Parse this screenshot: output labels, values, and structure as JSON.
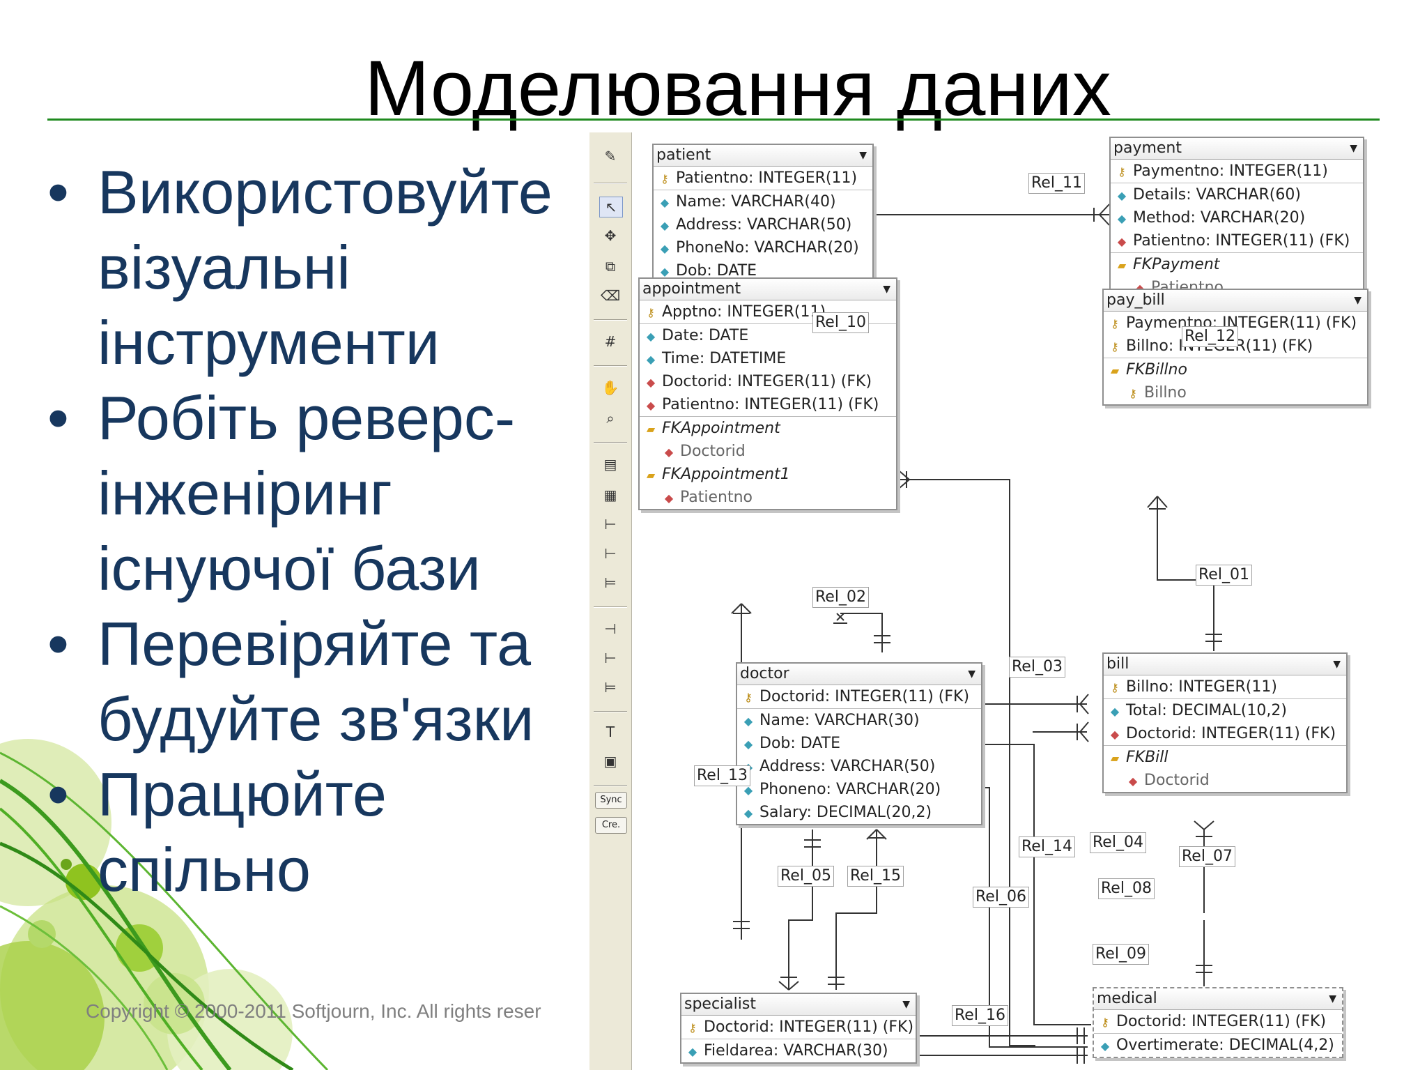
{
  "slide": {
    "title": "Моделювання даних",
    "bullets": [
      "Використовуйте візуальні інструменти",
      "Робіть реверс-інженіринг існуючої бази",
      "Перевіряйте та будуйте зв'язки",
      "Працюйте спільно"
    ],
    "copyright": "Copyright © 2000-2011 Softjourn, Inc. All rights reser"
  },
  "palette": {
    "tools": [
      "wand-tool-icon",
      "pointer-tool-icon",
      "move-tool-icon",
      "resize-tool-icon",
      "eraser-tool-icon",
      "grid-tool-icon",
      "hand-tool-icon",
      "zoom-tool-icon",
      "table-tool-icon",
      "view-tool-icon",
      "relation-1-icon",
      "relation-2-icon",
      "relation-3-icon",
      "relation-4-icon",
      "relation-5-icon",
      "relation-6-icon",
      "note-tool-icon",
      "image-tool-icon"
    ],
    "sync_label": "Sync",
    "cre_label": "Cre."
  },
  "tables": {
    "patient": {
      "name": "patient",
      "pk": [
        {
          "text": "Patientno: INTEGER(11)"
        }
      ],
      "attrs": [
        {
          "text": "Name: VARCHAR(40)"
        },
        {
          "text": "Address: VARCHAR(50)"
        },
        {
          "text": "PhoneNo: VARCHAR(20)"
        },
        {
          "text": "Dob: DATE"
        }
      ]
    },
    "payment": {
      "name": "payment",
      "pk": [
        {
          "text": "Paymentno: INTEGER(11)"
        }
      ],
      "attrs": [
        {
          "text": "Details: VARCHAR(60)"
        },
        {
          "text": "Method: VARCHAR(20)"
        },
        {
          "text": "Patientno: INTEGER(11) (FK)",
          "fk": true
        }
      ],
      "fks": [
        {
          "name": "FKPayment",
          "col": "Patientno"
        }
      ]
    },
    "appointment": {
      "name": "appointment",
      "pk": [
        {
          "text": "Apptno: INTEGER(11)"
        }
      ],
      "attrs": [
        {
          "text": "Date: DATE"
        },
        {
          "text": "Time: DATETIME"
        },
        {
          "text": "Doctorid: INTEGER(11) (FK)",
          "fk": true
        },
        {
          "text": "Patientno: INTEGER(11) (FK)",
          "fk": true
        }
      ],
      "fks": [
        {
          "name": "FKAppointment",
          "col": "Doctorid"
        },
        {
          "name": "FKAppointment1",
          "col": "Patientno"
        }
      ]
    },
    "pay_bill": {
      "name": "pay_bill",
      "pk": [
        {
          "text": "Paymentno: INTEGER(11) (FK)"
        },
        {
          "text": "Billno: INTEGER(11) (FK)"
        }
      ],
      "fks": [
        {
          "name": "FKBillno",
          "col": "Billno",
          "key": true
        }
      ]
    },
    "doctor": {
      "name": "doctor",
      "pk": [
        {
          "text": "Doctorid: INTEGER(11) (FK)"
        }
      ],
      "attrs": [
        {
          "text": "Name: VARCHAR(30)"
        },
        {
          "text": "Dob: DATE"
        },
        {
          "text": "Address: VARCHAR(50)"
        },
        {
          "text": "Phoneno: VARCHAR(20)"
        },
        {
          "text": "Salary: DECIMAL(20,2)"
        }
      ]
    },
    "bill": {
      "name": "bill",
      "pk": [
        {
          "text": "Billno: INTEGER(11)"
        }
      ],
      "attrs": [
        {
          "text": "Total: DECIMAL(10,2)"
        },
        {
          "text": "Doctorid: INTEGER(11) (FK)",
          "fk": true
        }
      ],
      "fks": [
        {
          "name": "FKBill",
          "col": "Doctorid"
        }
      ]
    },
    "specialist": {
      "name": "specialist",
      "pk": [
        {
          "text": "Doctorid: INTEGER(11) (FK)"
        }
      ],
      "attrs": [
        {
          "text": "Fieldarea: VARCHAR(30)"
        }
      ]
    },
    "medical": {
      "name": "medical",
      "pk": [
        {
          "text": "Doctorid: INTEGER(11) (FK)"
        }
      ],
      "attrs": [
        {
          "text": "Overtimerate: DECIMAL(4,2)"
        }
      ]
    }
  },
  "relations": [
    "Rel_11",
    "Rel_10",
    "Rel_12",
    "Rel_02",
    "Rel_01",
    "Rel_03",
    "Rel_13",
    "Rel_14",
    "Rel_04",
    "Rel_07",
    "Rel_05",
    "Rel_15",
    "Rel_06",
    "Rel_08",
    "Rel_09",
    "Rel_16"
  ]
}
